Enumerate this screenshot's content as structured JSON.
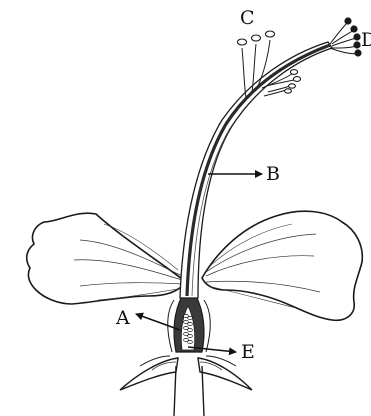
{
  "figure": {
    "labels": {
      "a": "A",
      "b": "B",
      "c": "C",
      "d": "D",
      "e": "E"
    }
  },
  "colors": {
    "ink": "#1a1a1a",
    "paper": "#ffffff",
    "shade": "#3a3a3a"
  }
}
